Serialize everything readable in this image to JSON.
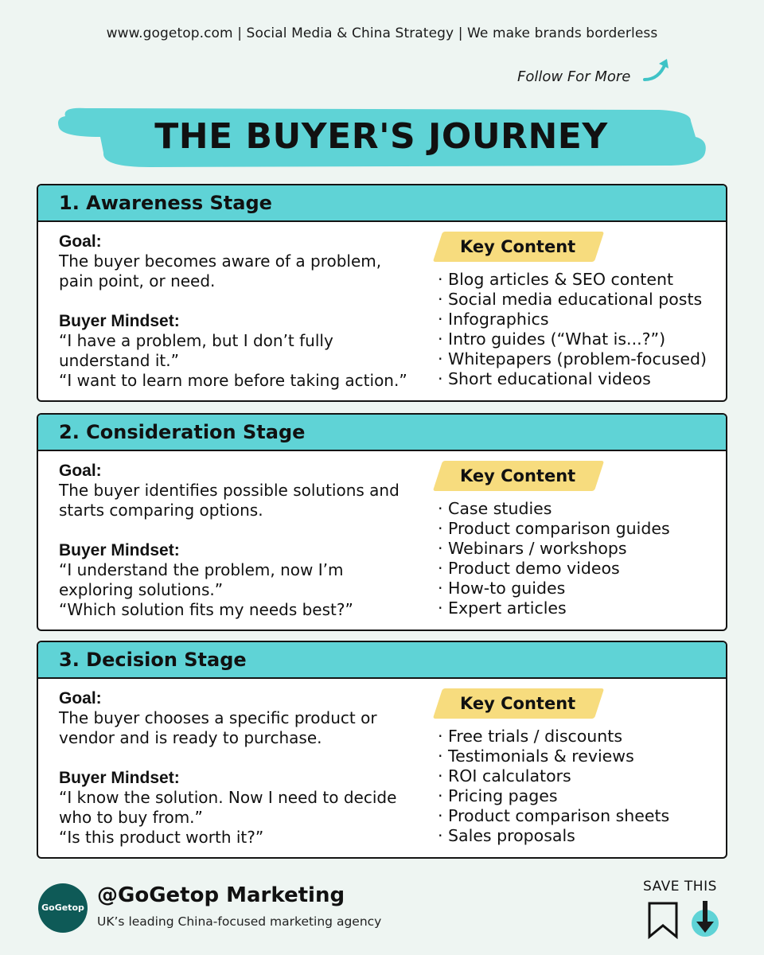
{
  "header": {
    "topline": "www.gogetop.com | Social Media & China Strategy | We make brands borderless",
    "follow": "Follow For More",
    "title": "THE BUYER'S JOURNEY"
  },
  "colors": {
    "accent": "#5fd3d6",
    "highlight": "#f7dc7e",
    "background": "#eef5f2",
    "logo": "#0e5a57"
  },
  "stages": [
    {
      "heading": "1. Awareness Stage",
      "goal_label": "Goal:",
      "goal_lines": [
        "The buyer becomes aware of a problem,",
        "pain point, or need."
      ],
      "mindset_label": "Buyer Mindset:",
      "mindset_lines": [
        "“I have a problem, but I don’t fully",
        "understand it.”",
        "“I want to learn more before taking action.”"
      ],
      "key_label": "Key Content",
      "items": [
        "Blog articles & SEO content",
        "Social media educational posts",
        "Infographics",
        "Intro guides (“What is...?”)",
        "Whitepapers (problem-focused)",
        "Short educational videos"
      ]
    },
    {
      "heading": "2. Consideration Stage",
      "goal_label": "Goal:",
      "goal_lines": [
        "The buyer identifies possible solutions and",
        "starts comparing options."
      ],
      "mindset_label": "Buyer Mindset:",
      "mindset_lines": [
        "“I understand the problem, now I’m",
        "exploring solutions.”",
        "“Which solution fits my needs best?”"
      ],
      "key_label": "Key Content",
      "items": [
        "Case studies",
        "Product comparison guides",
        "Webinars / workshops",
        "Product demo videos",
        "How-to guides",
        "Expert articles"
      ]
    },
    {
      "heading": "3. Decision Stage",
      "goal_label": "Goal:",
      "goal_lines": [
        "The buyer chooses a specific product or",
        "vendor and is ready to purchase."
      ],
      "mindset_label": "Buyer Mindset:",
      "mindset_lines": [
        "“I know the solution. Now I need to decide",
        "who to buy from.”",
        "“Is this product worth it?”"
      ],
      "key_label": "Key Content",
      "items": [
        "Free trials / discounts",
        "Testimonials & reviews",
        "ROI calculators",
        "Pricing pages",
        "Product comparison sheets",
        "Sales proposals"
      ]
    }
  ],
  "footer": {
    "logo_text": "GoGetop",
    "handle": "@GoGetop Marketing",
    "tagline": "UK’s leading China-focused marketing agency",
    "save": "SAVE THIS",
    "icons": [
      "bookmark-icon",
      "download-arrow-icon",
      "curved-arrow-icon"
    ]
  }
}
